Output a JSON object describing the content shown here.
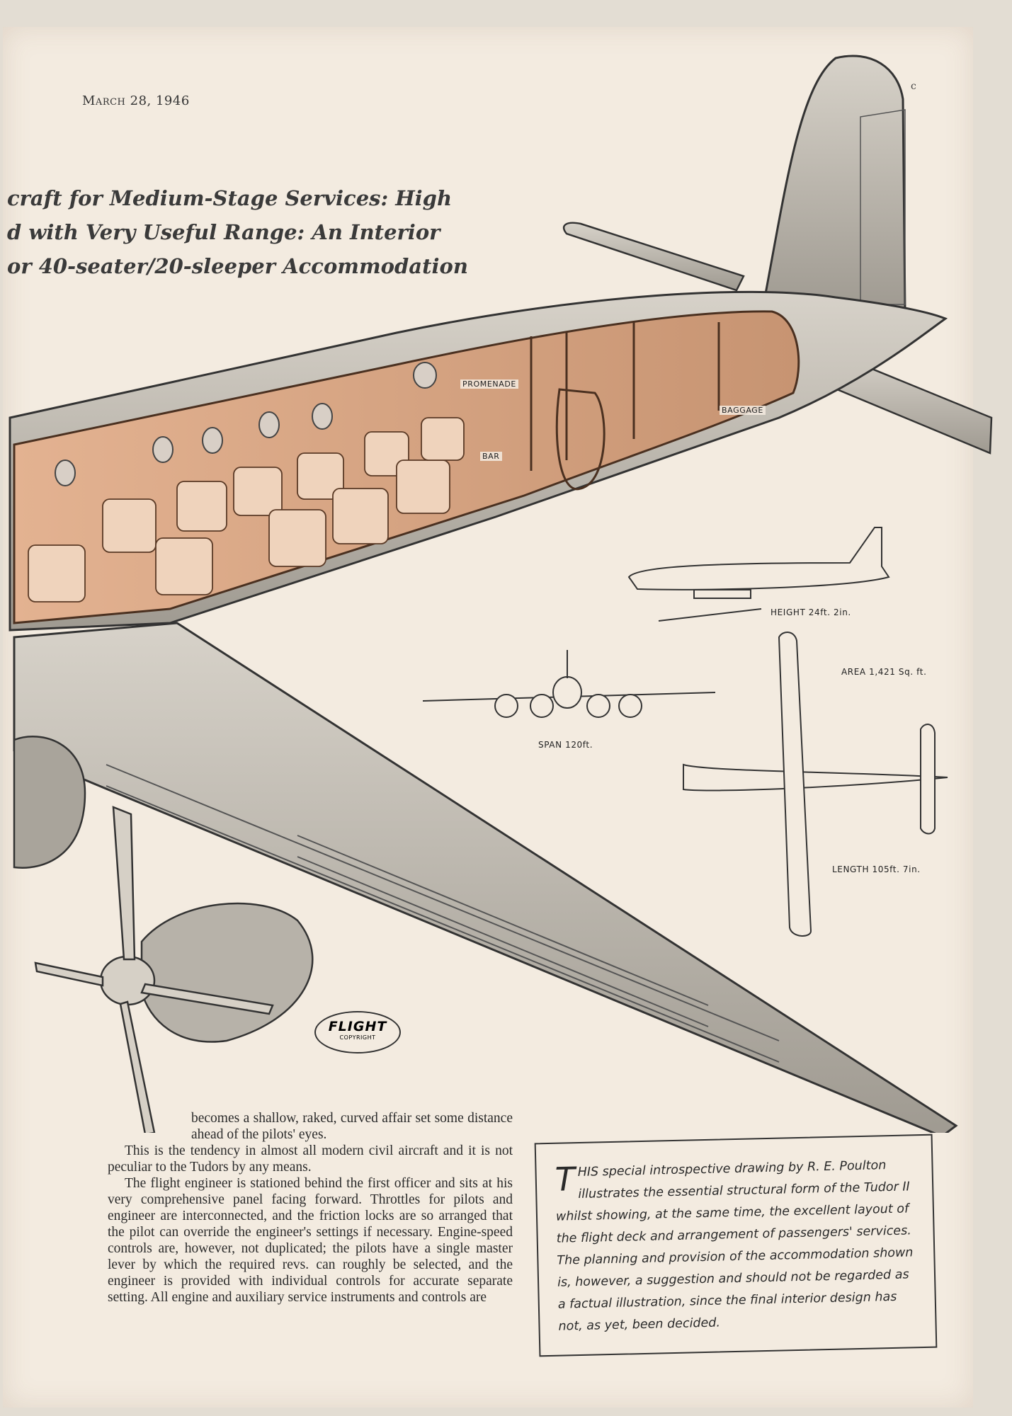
{
  "header": {
    "date": "March 28, 1946",
    "corner_mark": "c"
  },
  "headline": {
    "line1": "craft for Medium-Stage Services: High",
    "line2": "d with Very Useful Range: An Interior",
    "line3": "or 40-seater/20-sleeper Accommodation"
  },
  "cabin_labels": {
    "promenade": "PROMENADE",
    "bar": "BAR",
    "baggage": "BAGGAGE"
  },
  "dimensions": {
    "height": "HEIGHT 24ft. 2in.",
    "area": "AREA 1,421 Sq. ft.",
    "span": "SPAN 120ft.",
    "length": "LENGTH 105ft. 7in."
  },
  "logo": {
    "name": "FLIGHT",
    "copyright": "COPYRIGHT"
  },
  "body": {
    "p1": "becomes a shallow, raked, curved affair set some distance ahead of the pilots' eyes.",
    "p2": "This is the tendency in almost all modern civil aircraft and it is not peculiar to the Tudors by any means.",
    "p3": "The flight engineer is stationed behind the first officer and sits at his very comprehensive panel facing forward. Throttles for pilots and engineer are interconnected, and the friction locks are so arranged that the pilot can override the engineer's settings if necessary. Engine-speed controls are, however, not duplicated; the pilots have a single master lever by which the required revs. can roughly be selected, and the engineer is provided with individual controls for accurate separate setting. All engine and auxiliary service instruments and controls are"
  },
  "caption": {
    "drop_cap": "T",
    "text": "HIS special introspective drawing by R. E. Poulton illustrates the essential structural form of the Tudor II whilst showing, at the same time, the excellent layout of the flight deck and arrangement of passengers' services. The planning and provision of the accommodation shown is, however, a suggestion and should not be regarded as a factual illustration, since the final interior design has not, as yet, been decided."
  },
  "colors": {
    "paper": "#f3ebe0",
    "ink": "#2b2b2b",
    "cabin": "#d9a584",
    "metal": "#b9b4ab"
  }
}
